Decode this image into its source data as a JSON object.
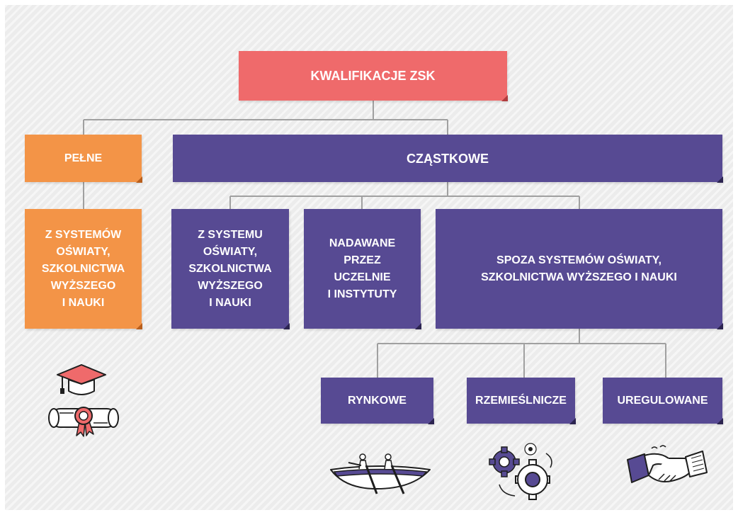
{
  "colors": {
    "red": "#ef6a6b",
    "orange": "#f39447",
    "purple": "#574a93",
    "connector": "#a0a0a0",
    "background": "#ececec"
  },
  "diagram": {
    "root": "KWALIFIKACJE ZSK",
    "full": {
      "label": "PEŁNE",
      "child": "Z SYSTEMÓW\nOŚWIATY,\nSZKOLNICTWA\nWYŻSZEGO\nI NAUKI"
    },
    "partial": {
      "label": "CZĄSTKOWE",
      "children": [
        "Z SYSTEMU\nOŚWIATY,\nSZKOLNICTWA\nWYŻSZEGO\nI NAUKI",
        "NADAWANE\nPRZEZ\nUCZELNIE\nI INSTYTUTY",
        "SPOZA SYSTEMÓW OŚWIATY,\nSZKOLNICTWA WYŻSZEGO I NAUKI"
      ],
      "outside_children": [
        "RYNKOWE",
        "RZEMIEŚLNICZE",
        "UREGULOWANE"
      ]
    }
  },
  "icons": [
    "graduation-cap-icon",
    "diploma-scroll-icon",
    "rowing-boat-icon",
    "gears-icon",
    "handshake-icon"
  ]
}
